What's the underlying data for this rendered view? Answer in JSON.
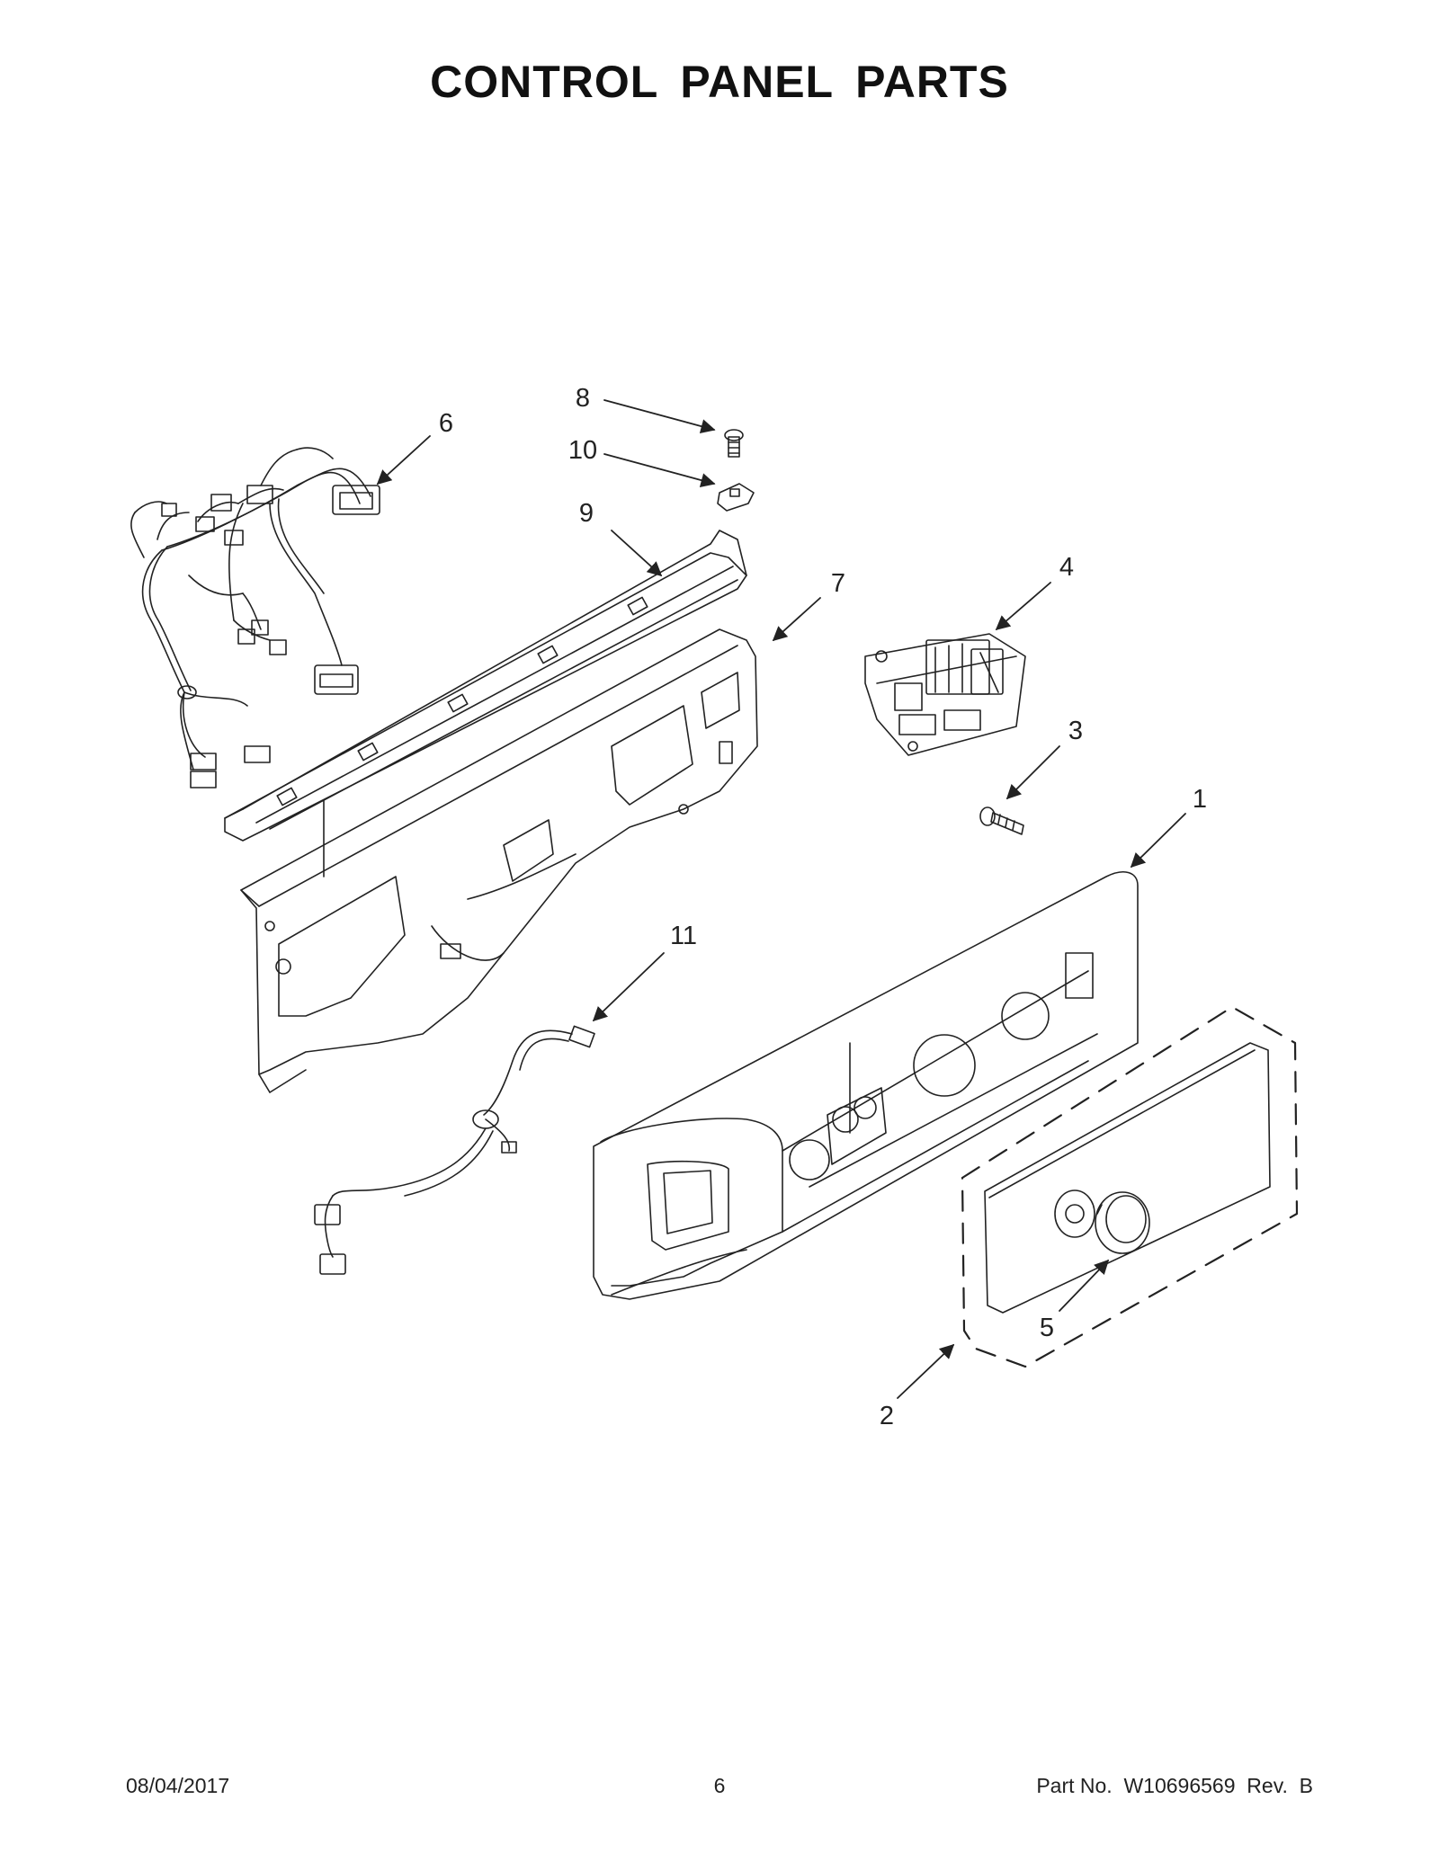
{
  "title": "CONTROL PANEL PARTS",
  "callouts": {
    "c1": "1",
    "c2": "2",
    "c3": "3",
    "c4": "4",
    "c5": "5",
    "c6": "6",
    "c7": "7",
    "c8": "8",
    "c9": "9",
    "c10": "10",
    "c11": "11"
  },
  "footer": {
    "date": "08/04/2017",
    "page": "6",
    "part_number": "Part No.  W10696569  Rev.  B"
  },
  "colors": {
    "line": "#222222",
    "background": "#ffffff"
  }
}
